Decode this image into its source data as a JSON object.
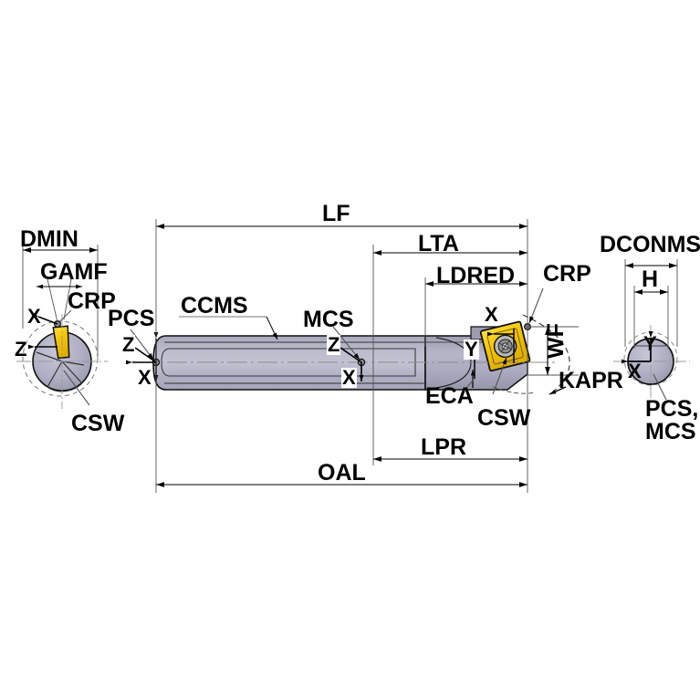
{
  "drawing": {
    "title": "Boring bar tool holder dimensional diagram",
    "type": "engineering-technical-drawing",
    "background_color": "#ffffff",
    "line_color": "#000000",
    "body_fill": "#b2b2c6",
    "body_fill_dark": "#9a9aae",
    "insert_fill": "#f2c500",
    "insert_stroke": "#000000",
    "screw_fill": "#c8c8c8",
    "endview_fill": "#b2b2c6",
    "thin_line_color": "#555555"
  },
  "dimensions": {
    "lf": "LF",
    "lta": "LTA",
    "ldred": "LDRED",
    "lpr": "LPR",
    "oal": "OAL",
    "dmin": "DMIN",
    "gamf": "GAMF",
    "dconms": "DCONMS",
    "h": "H",
    "wf": "WF",
    "kapr": "KAPR"
  },
  "callouts": {
    "crp_left": "CRP",
    "crp_right": "CRP",
    "csw_left": "CSW",
    "csw_right": "CSW",
    "ccms": "CCMS",
    "mcs": "MCS",
    "pcs": "PCS",
    "eca": "ECA",
    "pcs_mcs_line1": "PCS,",
    "pcs_mcs_line2": "MCS"
  },
  "axes": {
    "left_view": {
      "x": "X",
      "z": "Z"
    },
    "pcs_origin": {
      "x": "X",
      "z": "Z"
    },
    "mcs_origin": {
      "x": "X",
      "z": "Z"
    },
    "head": {
      "x": "X",
      "y": "Y"
    },
    "right_view": {
      "x": "X",
      "y": "Y"
    }
  }
}
